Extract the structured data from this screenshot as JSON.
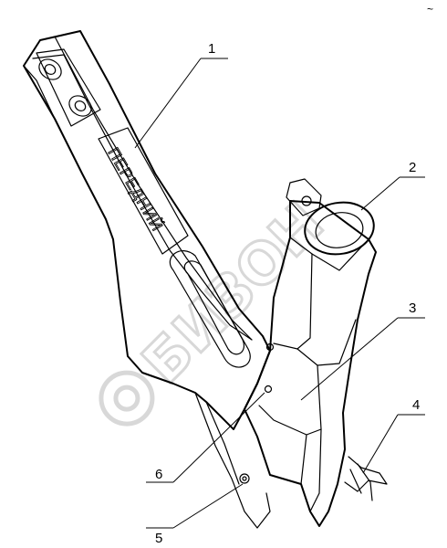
{
  "diagram": {
    "embossed_label": "ПЕРЕДНИЙ",
    "watermark": "БИЗОН",
    "corner_mark": "~",
    "callouts": [
      {
        "id": "1",
        "label": "1"
      },
      {
        "id": "2",
        "label": "2"
      },
      {
        "id": "3",
        "label": "3"
      },
      {
        "id": "4",
        "label": "4"
      },
      {
        "id": "5",
        "label": "5"
      },
      {
        "id": "6",
        "label": "6"
      }
    ]
  }
}
